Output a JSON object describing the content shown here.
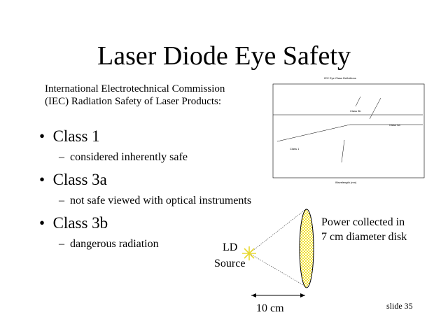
{
  "slide": {
    "title": "Laser Diode Eye Safety",
    "subtitle_line1": "International Electrotechnical Commission",
    "subtitle_line2": "(IEC) Radiation Safety of Laser Products:",
    "bullets": [
      {
        "label": "Class 1",
        "detail": "considered inherently safe"
      },
      {
        "label": "Class 3a",
        "detail": "not safe viewed with optical instruments"
      },
      {
        "label": "Class 3b",
        "detail": "dangerous radiation"
      }
    ],
    "slide_number": "slide 35"
  },
  "diagram": {
    "power_line1": "Power collected in",
    "power_line2": "7 cm diameter disk",
    "source_line1": "LD",
    "source_line2": "Source",
    "distance": "10 cm",
    "source_color": "#e8d830",
    "disk_color": "#f0e030"
  },
  "chart_data": {
    "type": "line",
    "title": "IEC Eye Class Definitions",
    "xlabel": "Wavelength (nm)",
    "legend_labels": [
      "Class 3b",
      "Class 3a",
      "Class 1"
    ]
  }
}
